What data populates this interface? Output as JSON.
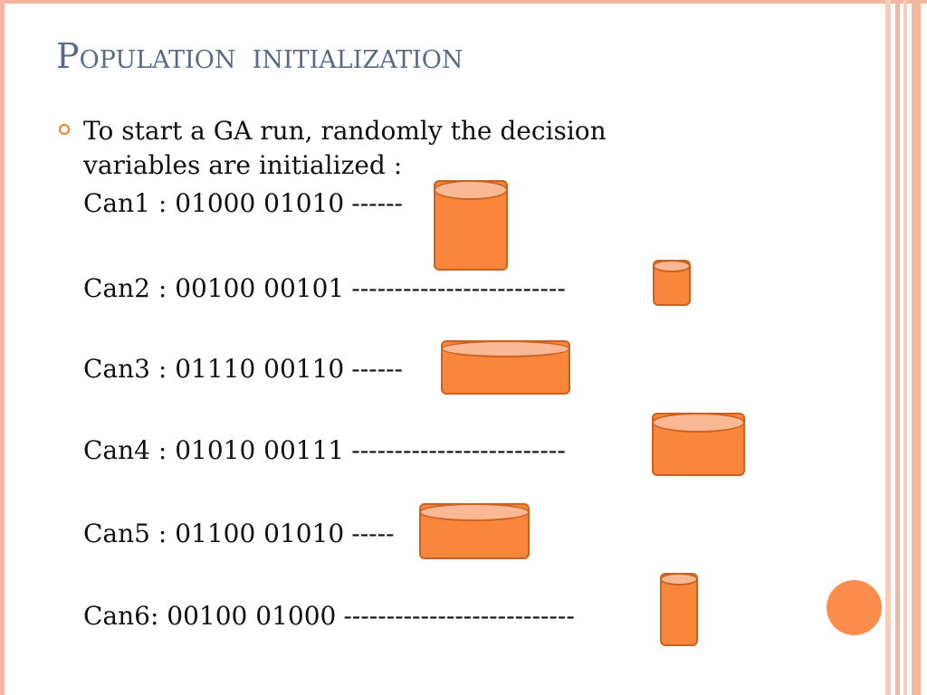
{
  "slide": {
    "title": "Population  initialization",
    "bullet_line1": "To start a GA run, randomly the decision",
    "bullet_line2": "variables are initialized :",
    "candidates": [
      {
        "label": "Can1 : 01000 01010",
        "dashes": "------"
      },
      {
        "label": "Can2 : 00100 00101",
        "dashes": "-------------------------"
      },
      {
        "label": "Can3 : 01110 00110",
        "dashes": "------"
      },
      {
        "label": "Can4 : 01010 00111",
        "dashes": "-------------------------"
      },
      {
        "label": "Can5 : 01100 01010",
        "dashes": "-----"
      },
      {
        "label": "Can6: 00100 01000",
        "dashes": "---------------------------"
      }
    ]
  },
  "colors": {
    "title": "#5a6a86",
    "bullet": "#f07f2c",
    "cylinder_fill": "#f9863a",
    "cylinder_top": "#fbb894",
    "frame": "#f4b6a0"
  },
  "icons": {
    "bullet": "hollow-circle-icon",
    "shape": "cylinder-icon"
  }
}
